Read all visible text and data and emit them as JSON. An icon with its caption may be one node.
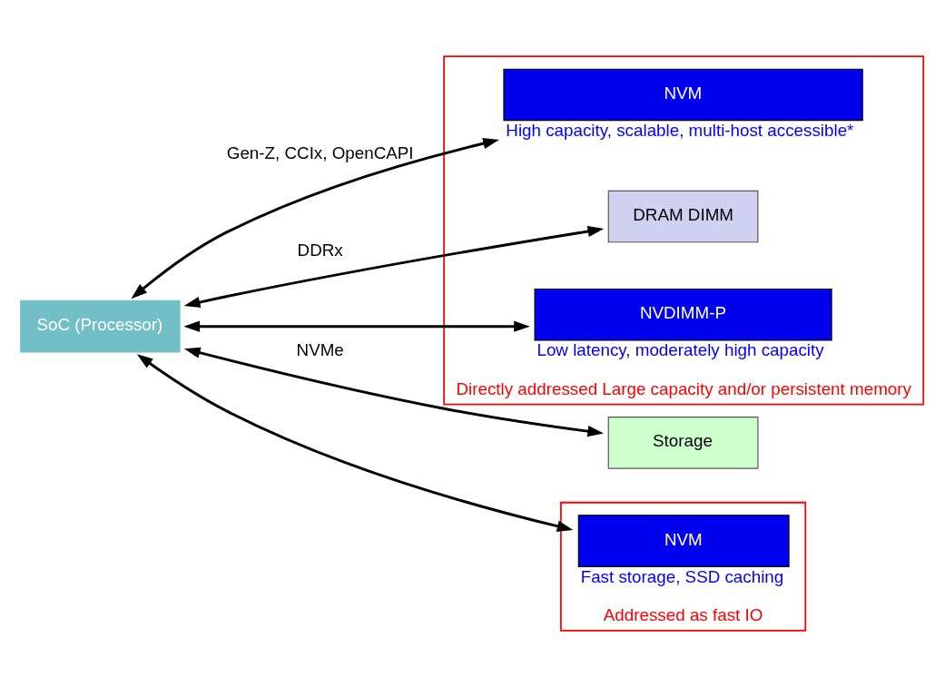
{
  "diagram": {
    "nodes": [
      {
        "text": [
          "Directly addressed Large capacity and/or persistent memory"
        ]
      },
      {
        "text": [
          "NVM"
        ],
        "in": 0,
        "beside": [
          "High capacity, scalable, multi-host accessible*"
        ]
      },
      {
        "text": [
          "SoC (Processor)"
        ]
      },
      {
        "text": [
          "DRAM DIMM"
        ],
        "in": 0
      },
      {
        "text": [
          "NVDIMM-P"
        ],
        "in": 0,
        "beside": [
          "Low latency, moderately high capacity"
        ]
      },
      {
        "text": [
          "Storage"
        ]
      },
      {
        "text": [
          "Addressed as fast IO"
        ]
      },
      {
        "text": [
          "NVM"
        ],
        "in": 6,
        "beside": [
          "Fast storage, SSD caching"
        ]
      }
    ],
    "edges": [
      {
        "from": 2,
        "to": 1,
        "arrow": "both",
        "label": "Gen-Z, CCIx, OpenCAPI"
      },
      {
        "from": 2,
        "to": 3,
        "arrow": "both",
        "label": "DDRx"
      },
      {
        "from": 2,
        "to": 4,
        "arrow": "both"
      },
      {
        "from": 2,
        "to": 5,
        "arrow": "both",
        "label": "NVMe"
      },
      {
        "from": 2,
        "to": 7,
        "arrow": "both"
      }
    ]
  }
}
